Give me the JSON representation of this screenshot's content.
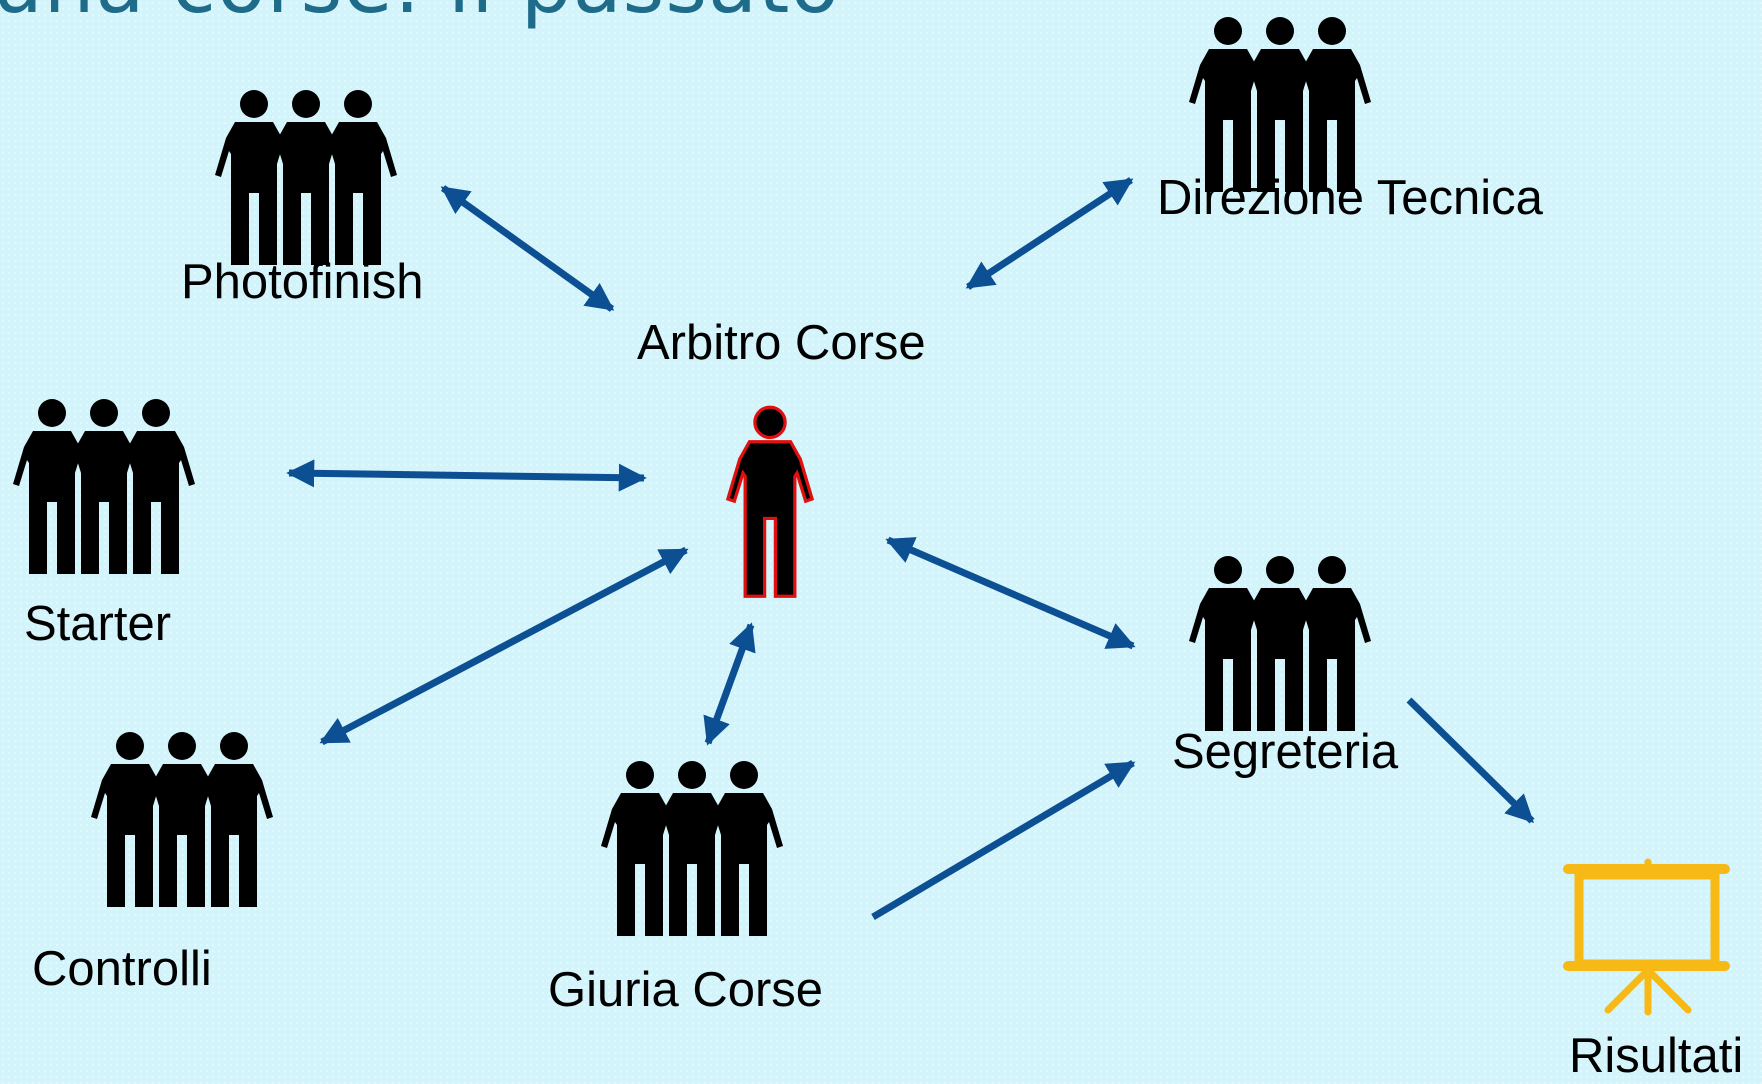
{
  "slide": {
    "title": "una corse: il passato"
  },
  "nodes": {
    "photofinish": {
      "label": "Photofinish"
    },
    "direzione": {
      "label": "Direzione Tecnica"
    },
    "arbitro": {
      "label": "Arbitro Corse"
    },
    "starter": {
      "label": "Starter"
    },
    "segreteria": {
      "label": "Segreteria"
    },
    "controlli": {
      "label": "Controlli"
    },
    "giuria": {
      "label": "Giuria Corse"
    },
    "risultati": {
      "label": "Risultati"
    }
  },
  "icons": {
    "group": "people-group-icon",
    "referee": "person-icon",
    "results": "presentation-board-icon"
  },
  "colors": {
    "background": "#d3f4fa",
    "title": "#1f6b8a",
    "arrow": "#0d4f93",
    "icon": "#000000",
    "referee_outline": "#e01010",
    "board": "#f7b915"
  }
}
